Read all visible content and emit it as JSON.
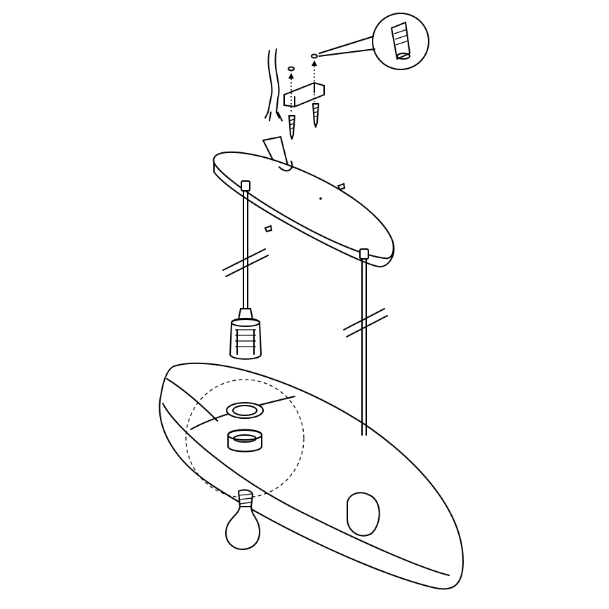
{
  "diagram": {
    "type": "assembly-instructions",
    "line_color": "#000000",
    "background": "#ffffff",
    "parts": [
      "mains-cable",
      "mounting-bracket",
      "wall-plugs",
      "screws",
      "wall-plug-detail",
      "ceiling-canopy",
      "suspension-cord-left",
      "suspension-cord-right",
      "lamp-socket",
      "lamp-shade",
      "socket-ring-detail",
      "bulb-left",
      "bulb-right"
    ]
  }
}
